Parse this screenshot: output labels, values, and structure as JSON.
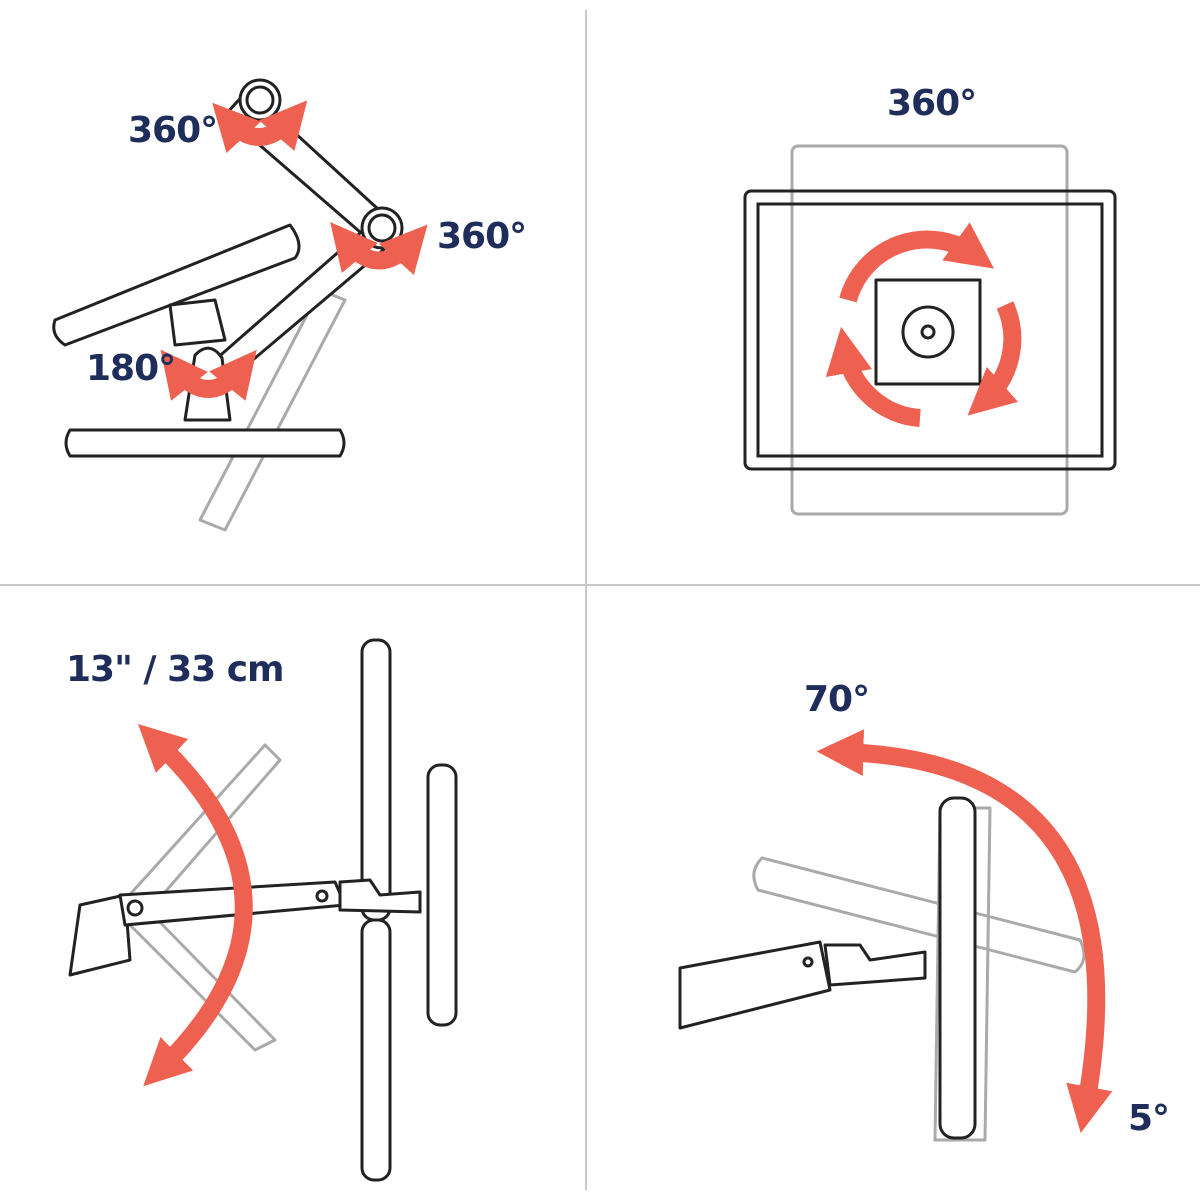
{
  "colors": {
    "label": "#1e2d5a",
    "arrow": "#ee6150",
    "divider": "#c8c8c8"
  },
  "panels": [
    {
      "labels": [
        "360°",
        "360°",
        "180°"
      ]
    },
    {
      "labels": [
        "360°"
      ]
    },
    {
      "labels": [
        "13\" / 33 cm"
      ]
    },
    {
      "labels": [
        "70°",
        "5°"
      ]
    }
  ]
}
